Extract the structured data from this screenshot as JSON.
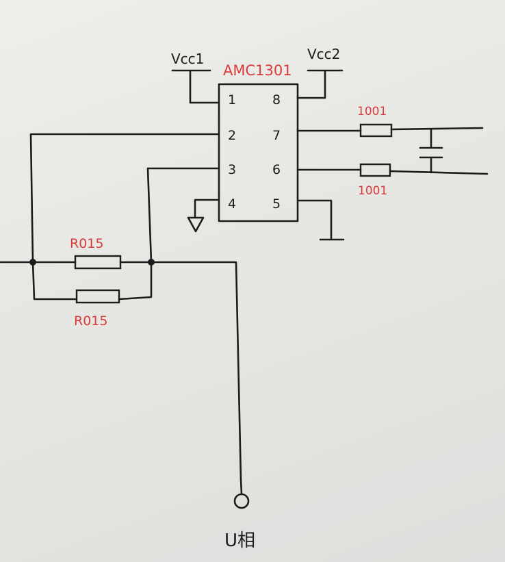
{
  "chip": {
    "name": "AMC1301"
  },
  "supplies": {
    "vcc1": "Vcc1",
    "vcc2": "Vcc2"
  },
  "pins": {
    "p1": "1",
    "p2": "2",
    "p3": "3",
    "p4": "4",
    "p5": "5",
    "p6": "6",
    "p7": "7",
    "p8": "8"
  },
  "resistors": {
    "shunt_top": "R015",
    "shunt_bottom": "R015",
    "out_top": "1001",
    "out_bottom": "1001"
  },
  "terminal": {
    "label": "U相"
  },
  "colors": {
    "ink": "#1c1c1c",
    "annotation": "#d93b3b"
  }
}
